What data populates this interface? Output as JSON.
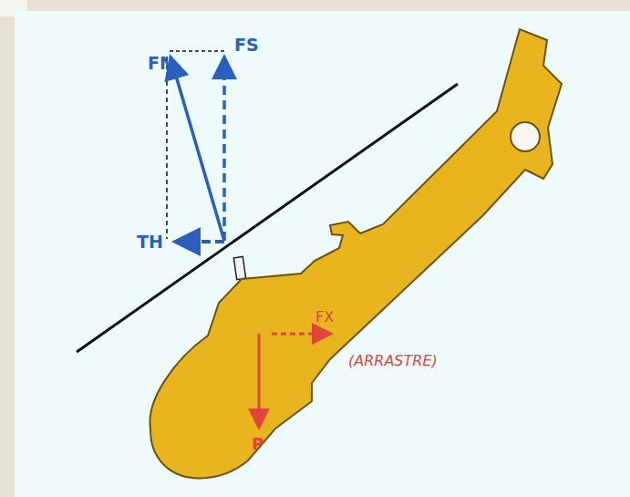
{
  "diagram": {
    "labels": [
      "FN",
      "FS",
      "TH",
      "FX",
      "P",
      "(ARRASTRE)"
    ]
  }
}
